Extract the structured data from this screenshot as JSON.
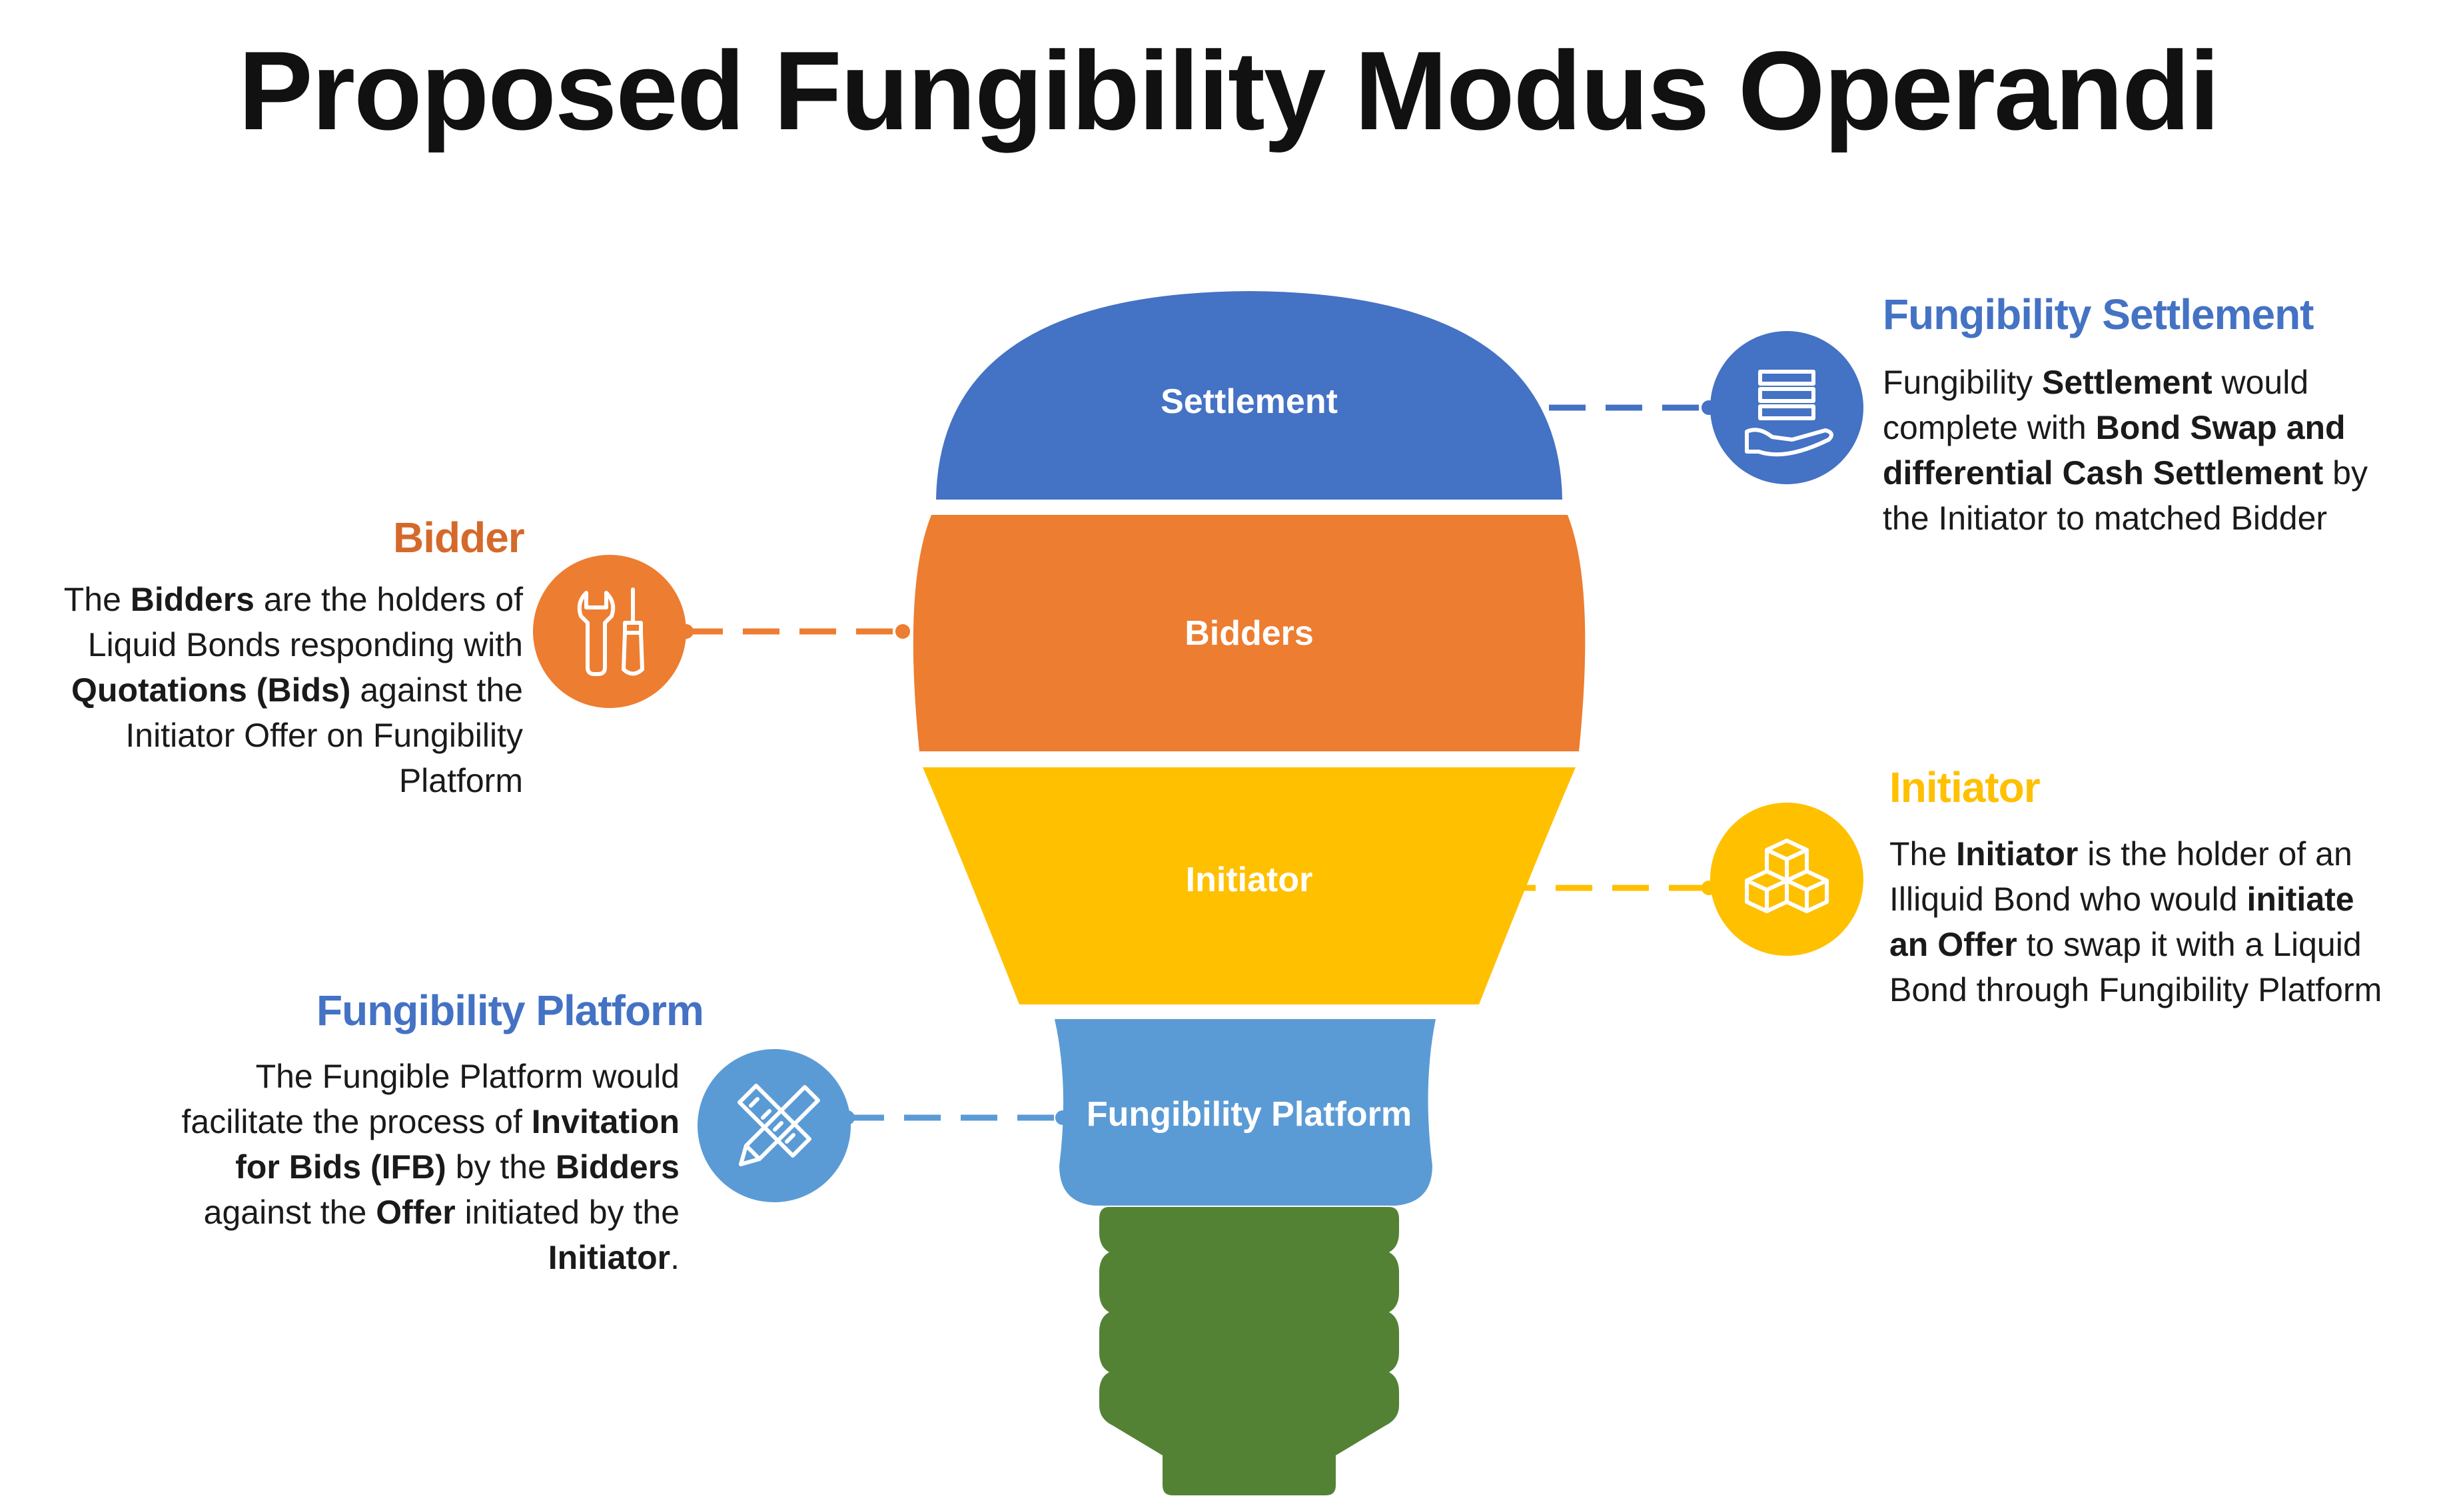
{
  "title": "Proposed Fungibility Modus Operandi",
  "colors": {
    "settlement": "#4472C4",
    "bidders": "#ED7D31",
    "initiator": "#FFC000",
    "platform": "#5B9BD5",
    "base": "#548235"
  },
  "bulb": {
    "segments": [
      {
        "label": "Settlement"
      },
      {
        "label": "Bidders"
      },
      {
        "label": "Initiator"
      },
      {
        "label": "Fungibility Platform"
      }
    ]
  },
  "callouts": {
    "settlement": {
      "heading": "Fungibility Settlement",
      "icon": "hand-stack-icon",
      "desc": {
        "l1a": "Fungibility ",
        "l1b": "Settlement",
        "l1c": " would",
        "l2a": "complete with ",
        "l2b": "Bond Swap and",
        "l3a": "differential Cash Settlement",
        "l3b": " by",
        "l4": "the Initiator to matched Bidder"
      }
    },
    "bidder": {
      "heading": "Bidder",
      "icon": "tools-icon",
      "desc": {
        "l1a": "The ",
        "l1b": "Bidders",
        "l1c": " are the holders of",
        "l2": "Liquid Bonds responding with",
        "l3a": "Quotations (Bids)",
        "l3b": " against the",
        "l4": "Initiator Offer on Fungibility",
        "l5": "Platform"
      }
    },
    "initiator": {
      "heading": "Initiator",
      "icon": "cubes-icon",
      "desc": {
        "l1a": "The ",
        "l1b": "Initiator",
        "l1c": " is the holder of an",
        "l2a": "Illiquid Bond who would ",
        "l2b": "initiate",
        "l3a": "an Offer",
        "l3b": " to swap it with a Liquid",
        "l4": "Bond through Fungibility Platform"
      }
    },
    "platform": {
      "heading": "Fungibility Platform",
      "icon": "pencil-ruler-icon",
      "desc": {
        "l1": "The Fungible Platform would",
        "l2a": "facilitate the process of ",
        "l2b": "Invitation",
        "l3a": "for Bids (IFB)",
        "l3b": " by the ",
        "l3c": "Bidders",
        "l4a": "against the ",
        "l4b": "Offer",
        "l4c": " initiated by the",
        "l5a": "Initiator",
        "l5b": "."
      }
    }
  }
}
